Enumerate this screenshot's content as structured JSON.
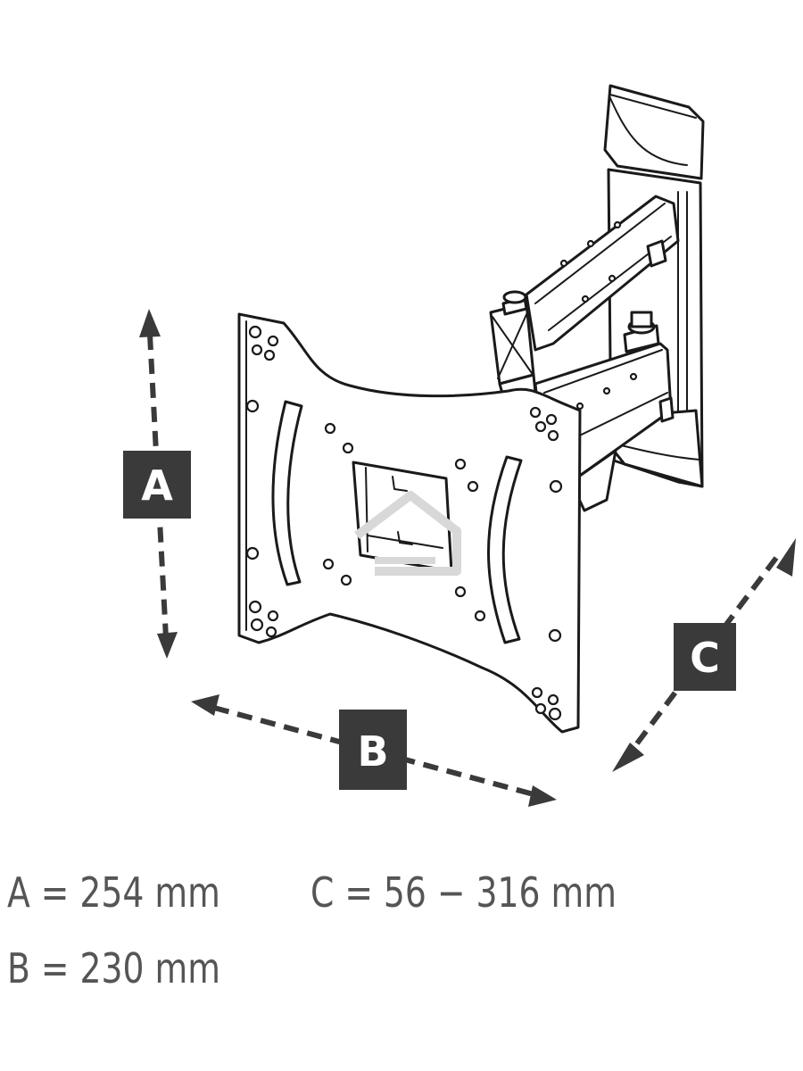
{
  "labels": {
    "a": "A",
    "b": "B",
    "c": "C"
  },
  "dimensions": {
    "a": "A = 254 mm",
    "b": "B = 230 mm",
    "c": "C = 56 − 316 mm"
  },
  "colors": {
    "line": "#1a1a1a",
    "arrow": "#3a3a3a",
    "text": "#555555",
    "watermark": "#d8d8d8"
  },
  "icons": {
    "watermark": "house-watermark-icon"
  }
}
